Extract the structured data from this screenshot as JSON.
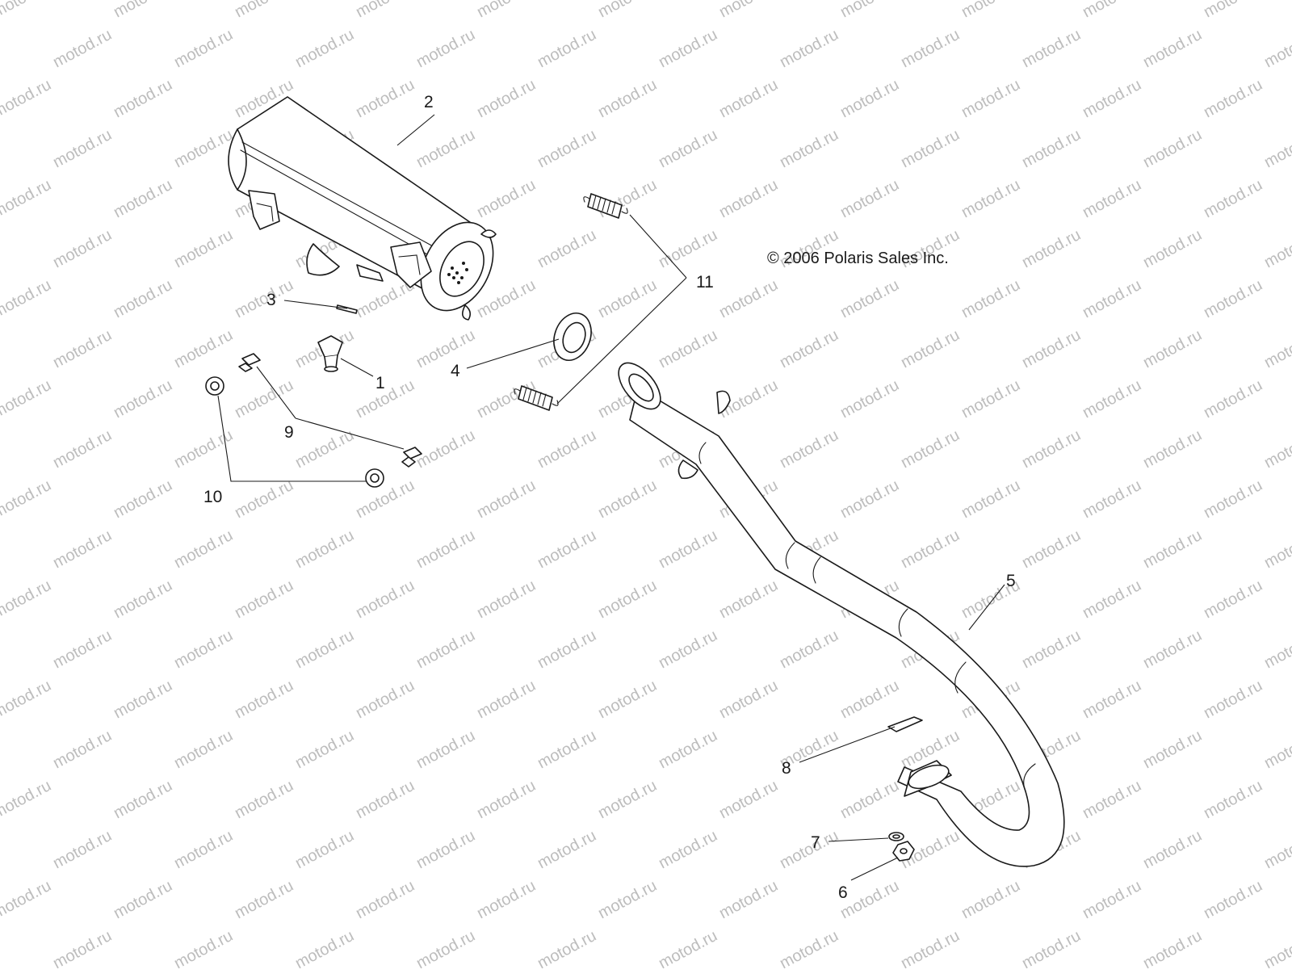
{
  "watermark": {
    "text": "motod.ru"
  },
  "copyright": {
    "text": "© 2006 Polaris Sales Inc."
  },
  "callouts": [
    {
      "id": "1",
      "label": "1"
    },
    {
      "id": "2",
      "label": "2"
    },
    {
      "id": "3",
      "label": "3"
    },
    {
      "id": "4",
      "label": "4"
    },
    {
      "id": "5",
      "label": "5"
    },
    {
      "id": "6",
      "label": "6"
    },
    {
      "id": "7",
      "label": "7"
    },
    {
      "id": "8",
      "label": "8"
    },
    {
      "id": "9",
      "label": "9"
    },
    {
      "id": "10",
      "label": "10"
    },
    {
      "id": "11",
      "label": "11"
    }
  ],
  "parts": [
    {
      "callout": "1",
      "icon": "muffler-insert-icon"
    },
    {
      "callout": "2",
      "icon": "muffler-icon"
    },
    {
      "callout": "3",
      "icon": "pin-icon"
    },
    {
      "callout": "4",
      "icon": "gasket-ring-icon"
    },
    {
      "callout": "5",
      "icon": "exhaust-pipe-icon"
    },
    {
      "callout": "6",
      "icon": "nut-icon"
    },
    {
      "callout": "7",
      "icon": "washer-icon"
    },
    {
      "callout": "8",
      "icon": "gasket-icon"
    },
    {
      "callout": "9",
      "icon": "bolt-icon"
    },
    {
      "callout": "10",
      "icon": "flange-nut-icon"
    },
    {
      "callout": "11",
      "icon": "spring-icon"
    }
  ]
}
